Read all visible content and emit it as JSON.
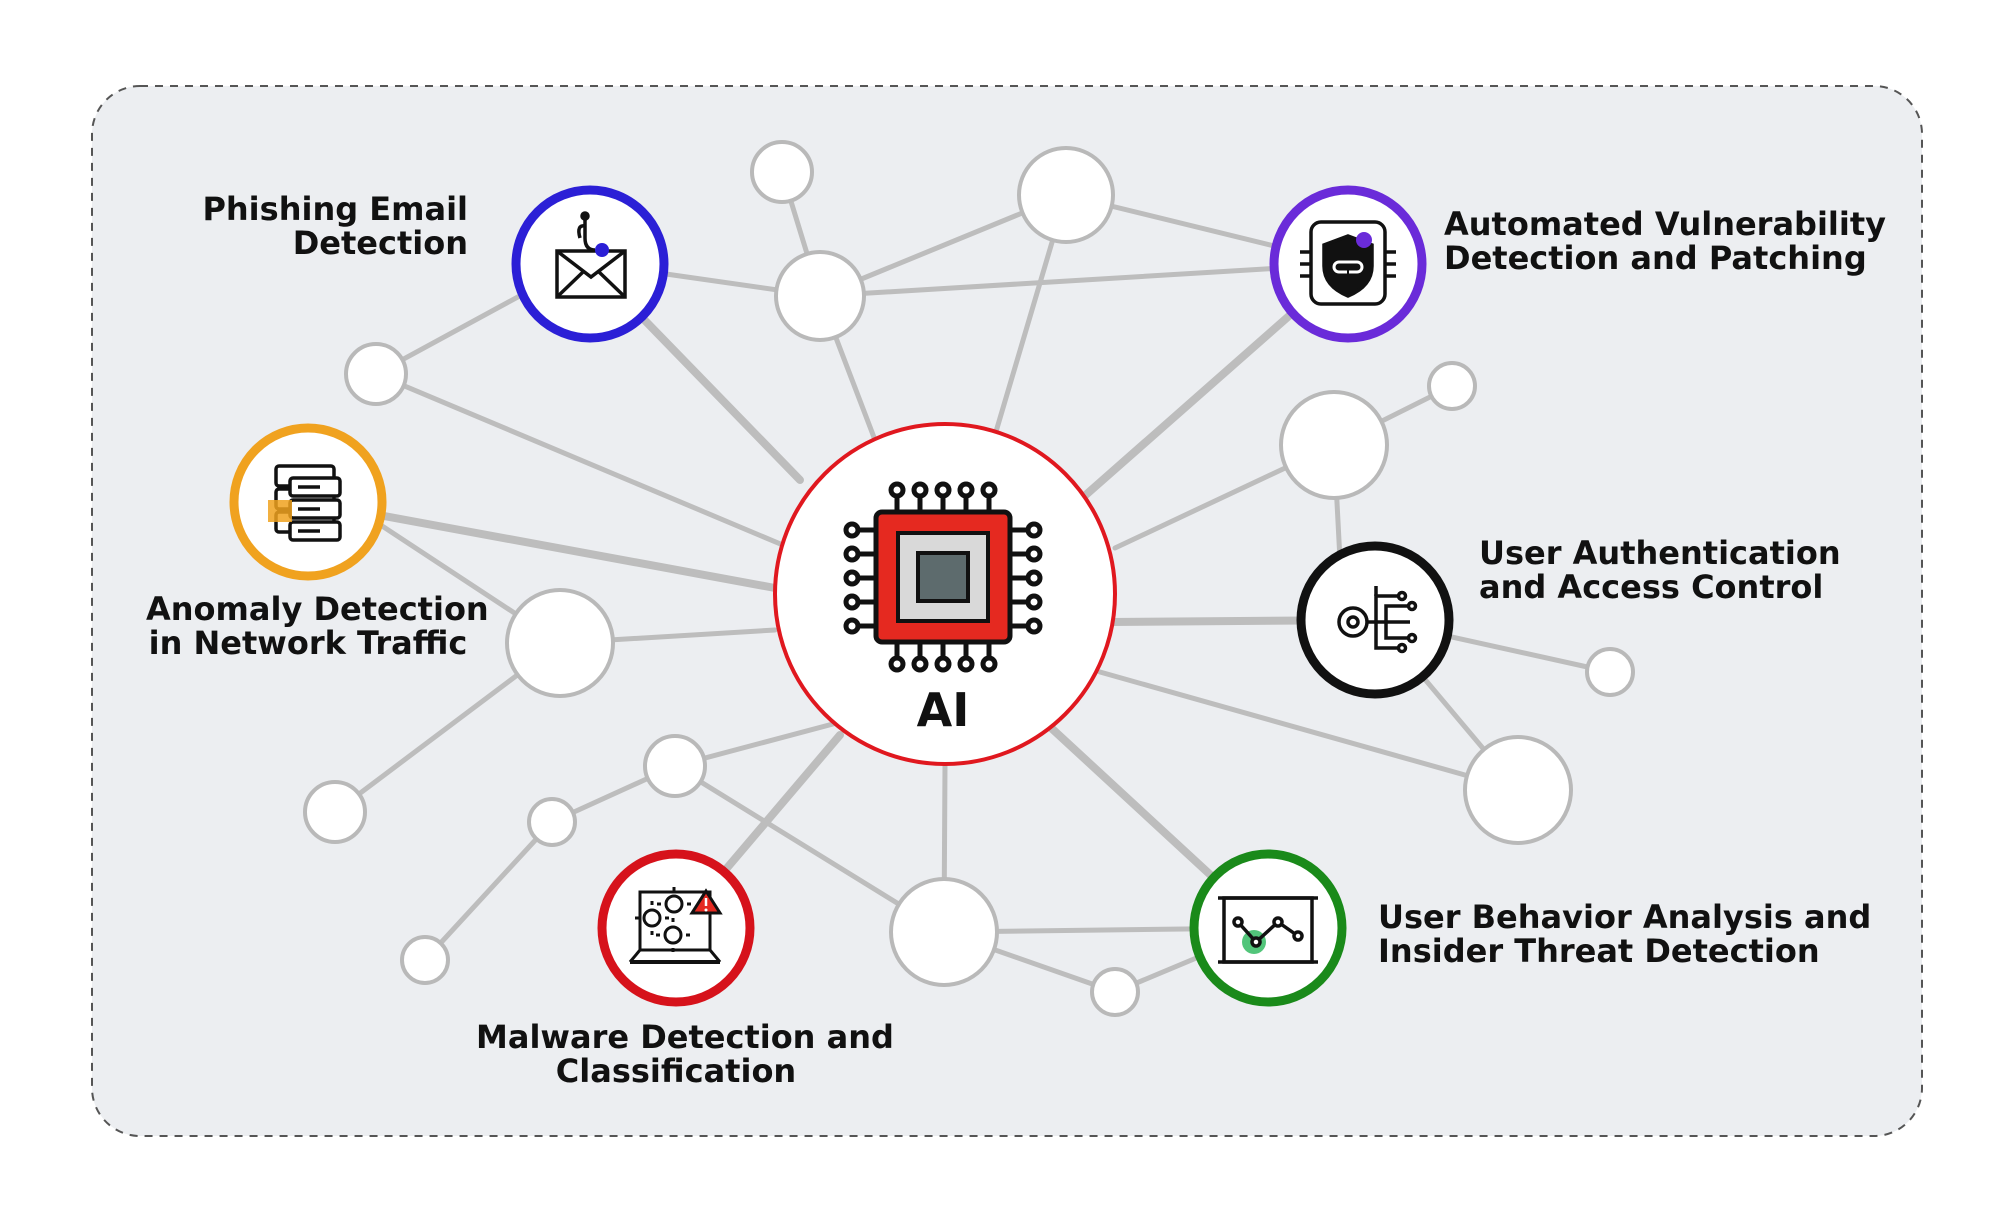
{
  "center": {
    "title": "AI"
  },
  "features": [
    {
      "key": "phishing",
      "lines": [
        "Phishing Email",
        "Detection"
      ],
      "icon": "envelope-fishhook-icon",
      "ring_color": "#2b1fd6"
    },
    {
      "key": "vulnerability",
      "lines": [
        "Automated Vulnerability",
        "Detection and Patching"
      ],
      "icon": "shield-lock-icon",
      "ring_color": "#6a2bd9"
    },
    {
      "key": "anomaly",
      "lines": [
        "Anomaly Detection",
        "in Network Traffic"
      ],
      "icon": "server-stack-icon",
      "ring_color": "#f0a21f"
    },
    {
      "key": "authentication",
      "lines": [
        "User Authentication",
        "and Access Control"
      ],
      "icon": "digital-key-icon",
      "ring_color": "#111111"
    },
    {
      "key": "malware",
      "lines": [
        "Malware Detection and",
        "Classification"
      ],
      "icon": "virus-laptop-warning-icon",
      "ring_color": "#d6121b"
    },
    {
      "key": "behavior",
      "lines": [
        "User Behavior Analysis and",
        "Insider Threat Detection"
      ],
      "icon": "analytics-board-icon",
      "ring_color": "#1a8a1a"
    }
  ],
  "colors": {
    "panel_background": "#eceef1",
    "edge": "#bdbdbd",
    "node_stroke": "#b9b9b9",
    "center_ring": "#e0181f",
    "chip_red": "#e52920",
    "chip_core": "#5d6b6d"
  }
}
